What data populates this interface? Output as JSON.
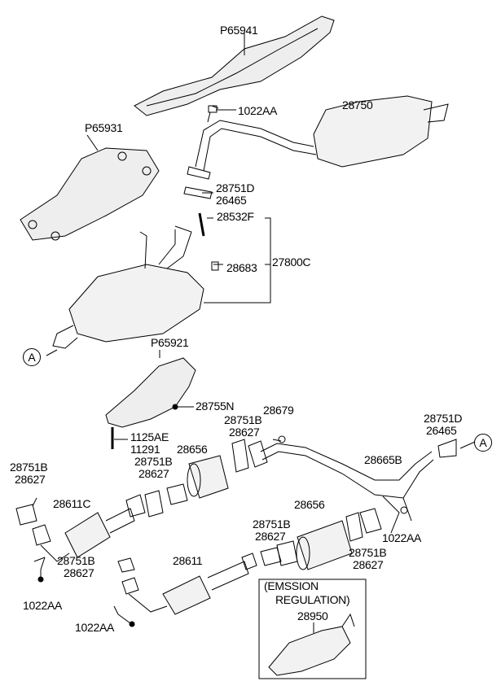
{
  "labels": [
    {
      "id": "p65941",
      "text": "P65941"
    },
    {
      "id": "n1022aa_top",
      "text": "1022AA"
    },
    {
      "id": "n28750",
      "text": "28750"
    },
    {
      "id": "p65931",
      "text": "P65931"
    },
    {
      "id": "n28751d_a",
      "text": "28751D"
    },
    {
      "id": "n26465_a",
      "text": "26465"
    },
    {
      "id": "n28532f",
      "text": "28532F"
    },
    {
      "id": "n28683",
      "text": "28683"
    },
    {
      "id": "n27800c",
      "text": "27800C"
    },
    {
      "id": "p65921",
      "text": "P65921"
    },
    {
      "id": "n28755n",
      "text": "28755N"
    },
    {
      "id": "n28751b_a",
      "text": "28751B"
    },
    {
      "id": "n28627_a",
      "text": "28627"
    },
    {
      "id": "n28679",
      "text": "28679"
    },
    {
      "id": "n28751d_b",
      "text": "28751D"
    },
    {
      "id": "n26465_b",
      "text": "26465"
    },
    {
      "id": "n1125ae",
      "text": "1125AE"
    },
    {
      "id": "n11291",
      "text": "11291"
    },
    {
      "id": "n28656_a",
      "text": "28656"
    },
    {
      "id": "n28751b_b",
      "text": "28751B"
    },
    {
      "id": "n28627_b",
      "text": "28627"
    },
    {
      "id": "n28665b",
      "text": "28665B"
    },
    {
      "id": "n28751b_c",
      "text": "28751B"
    },
    {
      "id": "n28627_c",
      "text": "28627"
    },
    {
      "id": "n28611c",
      "text": "28611C"
    },
    {
      "id": "n28656_b",
      "text": "28656"
    },
    {
      "id": "n28751b_d",
      "text": "28751B"
    },
    {
      "id": "n28627_d",
      "text": "28627"
    },
    {
      "id": "n1022aa_right",
      "text": "1022AA"
    },
    {
      "id": "n28751b_e",
      "text": "28751B"
    },
    {
      "id": "n28627_e",
      "text": "28627"
    },
    {
      "id": "n28751b_f",
      "text": "28751B"
    },
    {
      "id": "n28627_f",
      "text": "28627"
    },
    {
      "id": "n28611",
      "text": "28611"
    },
    {
      "id": "n1022aa_left",
      "text": "1022AA"
    },
    {
      "id": "n1022aa_bottom",
      "text": "1022AA"
    },
    {
      "id": "emission_1",
      "text": "(EMSSION"
    },
    {
      "id": "emission_2",
      "text": "REGULATION)"
    },
    {
      "id": "n28950",
      "text": "28950"
    }
  ],
  "connectors": {
    "a_top": "A",
    "a_right": "A"
  }
}
